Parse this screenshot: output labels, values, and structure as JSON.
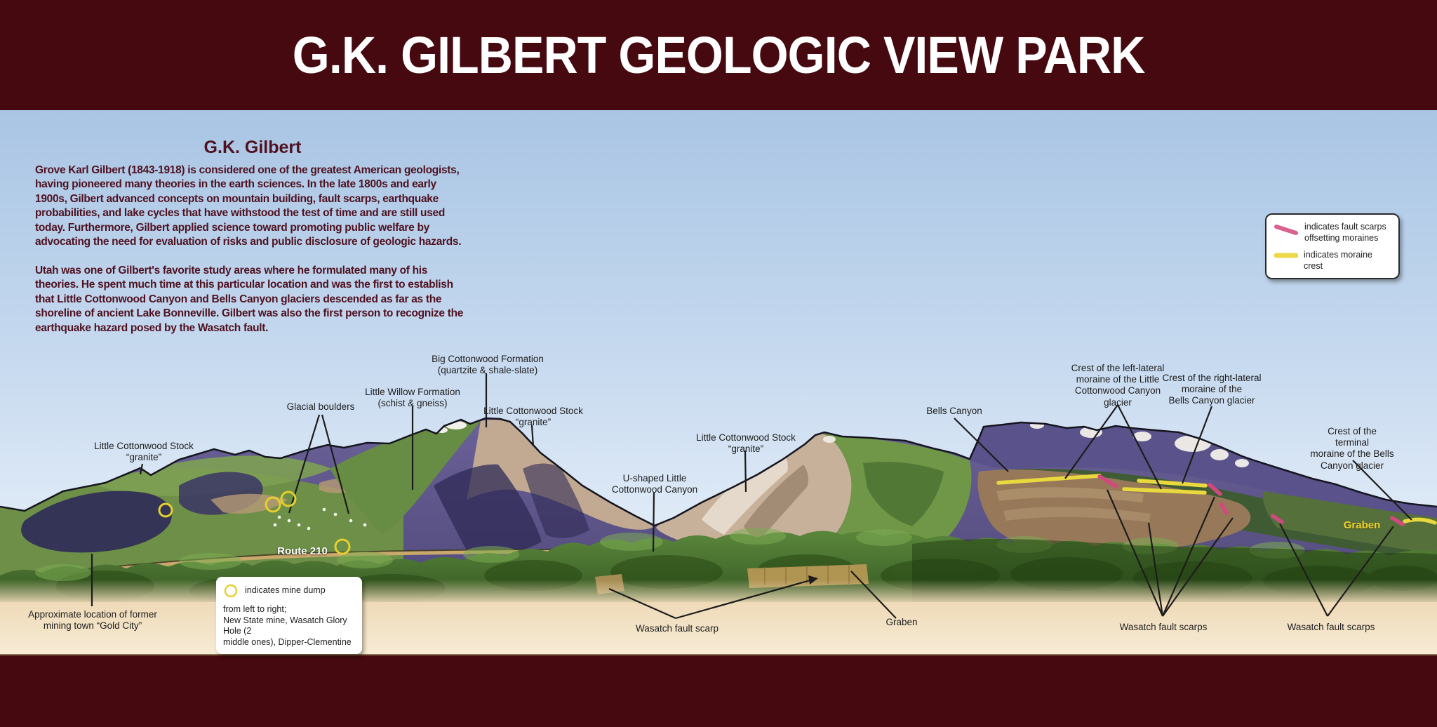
{
  "header": {
    "title": "G.K. GILBERT GEOLOGIC VIEW PARK"
  },
  "intro": {
    "heading": "G.K. Gilbert",
    "para1": "Grove Karl Gilbert (1843-1918) is considered one of the greatest American geologists, having pioneered many theories in the earth sciences.  In the late 1800s and early 1900s, Gilbert advanced concepts on mountain building, fault scarps, earthquake probabilities, and lake cycles that have withstood the test of time and are still used today.  Furthermore, Gilbert applied science toward promoting public welfare by advocating the need for evaluation of risks and public disclosure of geologic hazards.",
    "para2": "Utah was one of Gilbert's favorite study areas where he formulated many of his theories.  He spent much time at this particular location and was the first to establish that Little Cottonwood Canyon and Bells Canyon glaciers descended as far as the shoreline of ancient Lake Bonneville.  Gilbert was also the first person to recognize the earthquake hazard posed by the Wasatch fault."
  },
  "legend": {
    "fault": "indicates fault scarps\noffsetting moraines",
    "moraine": "indicates moraine crest"
  },
  "mine_box": {
    "symbol": "indicates mine dump",
    "list": "from left to right;\nNew State mine, Wasatch Glory Hole (2\nmiddle ones), Dipper-Clementine"
  },
  "annotations": {
    "lcs_left": "Little Cottonwood Stock\n“granite”",
    "glacial_boulders": "Glacial boulders",
    "little_willow": "Little Willow Formation\n(schist & gneiss)",
    "big_cottonwood": "Big Cottonwood Formation\n(quartzite & shale-slate)",
    "lcs_mid": "Little Cottonwood Stock\n“granite”",
    "u_shaped": "U-shaped Little\nCottonwood Canyon",
    "lcs_right": "Little Cottonwood Stock\n“granite”",
    "bells_canyon": "Bells Canyon",
    "crest_left_lateral": "Crest of the left-lateral\nmoraine of the Little\nCottonwood Canyon\nglacier",
    "crest_right_lateral": "Crest of the right-lateral\nmoraine of the\nBells Canyon glacier",
    "crest_terminal": "Crest of the terminal\nmoraine of the Bells\nCanyon glacier",
    "graben_upper": "Graben",
    "gold_city": "Approximate location of former\nmining town “Gold City”",
    "route_210": "Route 210",
    "wasatch_fault_scarp": "Wasatch fault scarp",
    "graben_lower": "Graben",
    "wasatch_fault_scarps_left": "Wasatch fault scarps",
    "wasatch_fault_scarps_right": "Wasatch fault scarps"
  },
  "colors": {
    "band_maroon": "#45090f",
    "text_maroon": "#4f1120",
    "fault_scarp_pink": "#d9608f",
    "moraine_crest_yellow": "#ecd94a",
    "mine_dump_yellow": "#e6cf2e",
    "graben_label_yellow": "#efd32c",
    "sky_top": "#a9c5e4",
    "ground_tan": "#efdab8"
  }
}
